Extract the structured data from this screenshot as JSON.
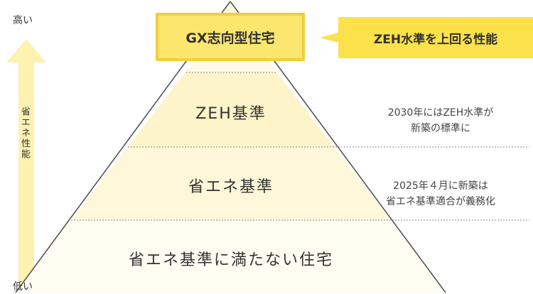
{
  "axis": {
    "high": "高い",
    "low": "低い",
    "title": "省エネ性能"
  },
  "tiers": [
    {
      "label": "GX志向型住宅"
    },
    {
      "label": "ZEH基準"
    },
    {
      "label": "省エネ基準"
    },
    {
      "label": "省エネ基準に満たない住宅"
    }
  ],
  "callout": "ZEH水準を上回る性能",
  "notes": [
    {
      "line1": "2030年にはZEH水準が",
      "line2": "新築の標準に"
    },
    {
      "line1": "2025年４月に新築は",
      "line2": "省エネ基準適合が義務化"
    }
  ],
  "colors": {
    "top_box": "#FCE66E",
    "top_border": "#F0CF3C",
    "callout": "#FCE24A",
    "tier1": "#FEF4C9",
    "tier2": "#FEF7D9",
    "tier3": "#FFFAE8",
    "tier4": "#FFFCF2",
    "outline": "#555555",
    "arrow": "#FDF2B0"
  }
}
